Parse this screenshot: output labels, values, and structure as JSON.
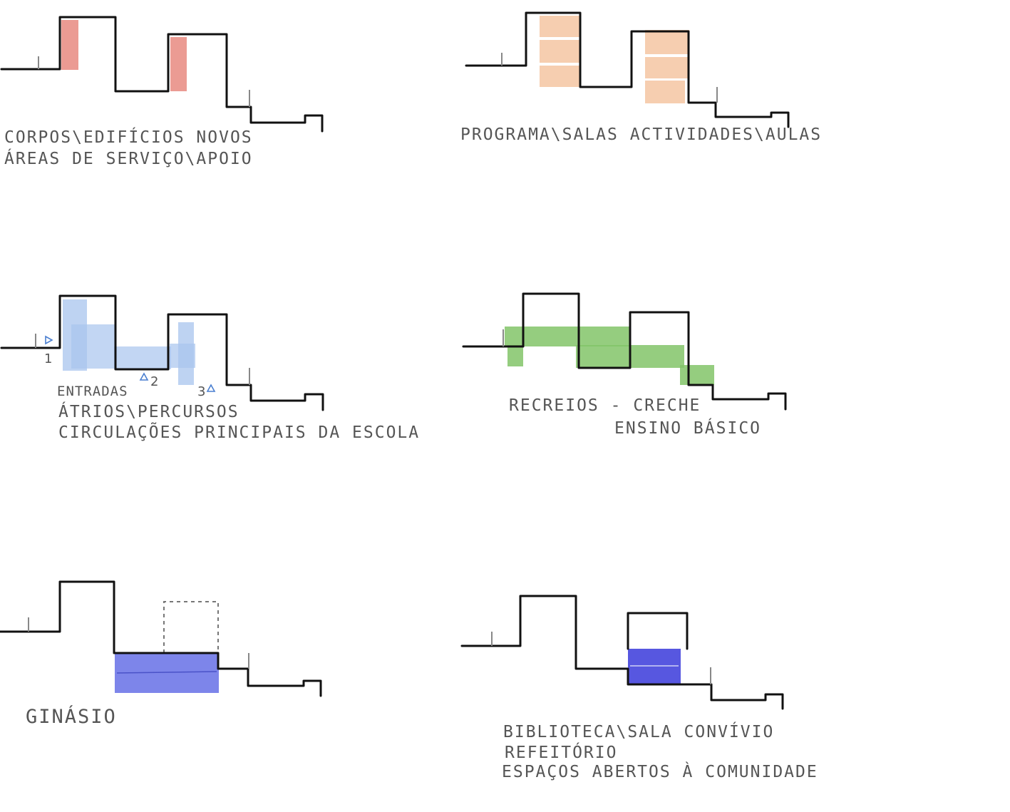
{
  "colors": {
    "outline": "#111111",
    "tick": "#888888",
    "new_buildings": "#e88a80",
    "program": "#f5c6a2",
    "circulation": "#a8c4ee",
    "entrance_marker": "#4a7fd0",
    "recreation": "#82c468",
    "gym": "#6f78e8",
    "community": "#4e4ede",
    "text": "#555555"
  },
  "panels": {
    "new_buildings": {
      "label_lines": [
        "CORPOS\\EDIFÍCIOS NOVOS",
        "ÁREAS DE SERVIÇO\\APOIO"
      ]
    },
    "program": {
      "label_lines": [
        "PROGRAMA\\SALAS ACTIVIDADES\\AULAS"
      ]
    },
    "circulation": {
      "label_lines": [
        "ENTRADAS",
        "ÁTRIOS\\PERCURSOS",
        "CIRCULAÇÕES PRINCIPAIS DA ESCOLA"
      ],
      "entrance_numbers": [
        "1",
        "2",
        "3"
      ]
    },
    "recreation": {
      "label_lines": [
        "RECREIOS - CRECHE",
        "ENSINO BÁSICO"
      ]
    },
    "gym": {
      "label_lines": [
        "GINÁSIO"
      ]
    },
    "community": {
      "label_lines": [
        "BIBLIOTECA\\SALA CONVÍVIO",
        "REFEITÓRIO",
        "ESPAÇOS ABERTOS À COMUNIDADE"
      ]
    }
  }
}
